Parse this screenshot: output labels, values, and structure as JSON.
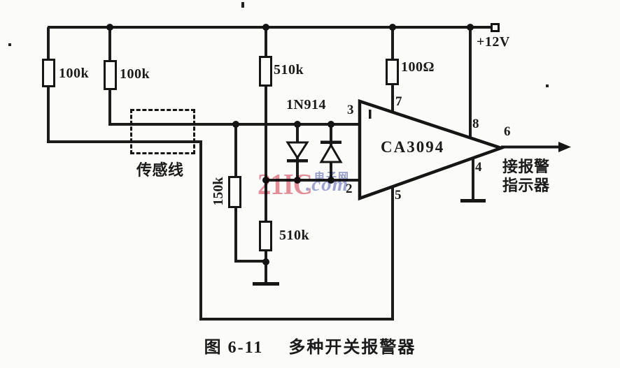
{
  "figure": {
    "caption_prefix": "图 6-11",
    "caption_title": "多种开关报警器"
  },
  "power": {
    "label": "+12V"
  },
  "ic": {
    "label": "CA3094"
  },
  "diodes": {
    "type_label": "1N914"
  },
  "resistors": {
    "left_100k": "100k",
    "mid_100k": "100k",
    "top_510k": "510k",
    "ohm_100": "100Ω",
    "sense_150k": "150k",
    "bottom_510k": "510k"
  },
  "sensor": {
    "label": "传感线"
  },
  "pins": {
    "p2": "2",
    "p3": "3",
    "p4": "4",
    "p5": "5",
    "p6": "6",
    "p7": "7",
    "p8": "8"
  },
  "output": {
    "line1": "接报警",
    "line2": "指示器"
  },
  "watermark": {
    "brand": "21IC",
    "site_cn": "电子网",
    "tld": ".com"
  },
  "colors": {
    "ink": "#1b1b1b",
    "paper": "#fbfbf9",
    "wm_pink": "#e17887",
    "wm_blue": "#929ace"
  }
}
